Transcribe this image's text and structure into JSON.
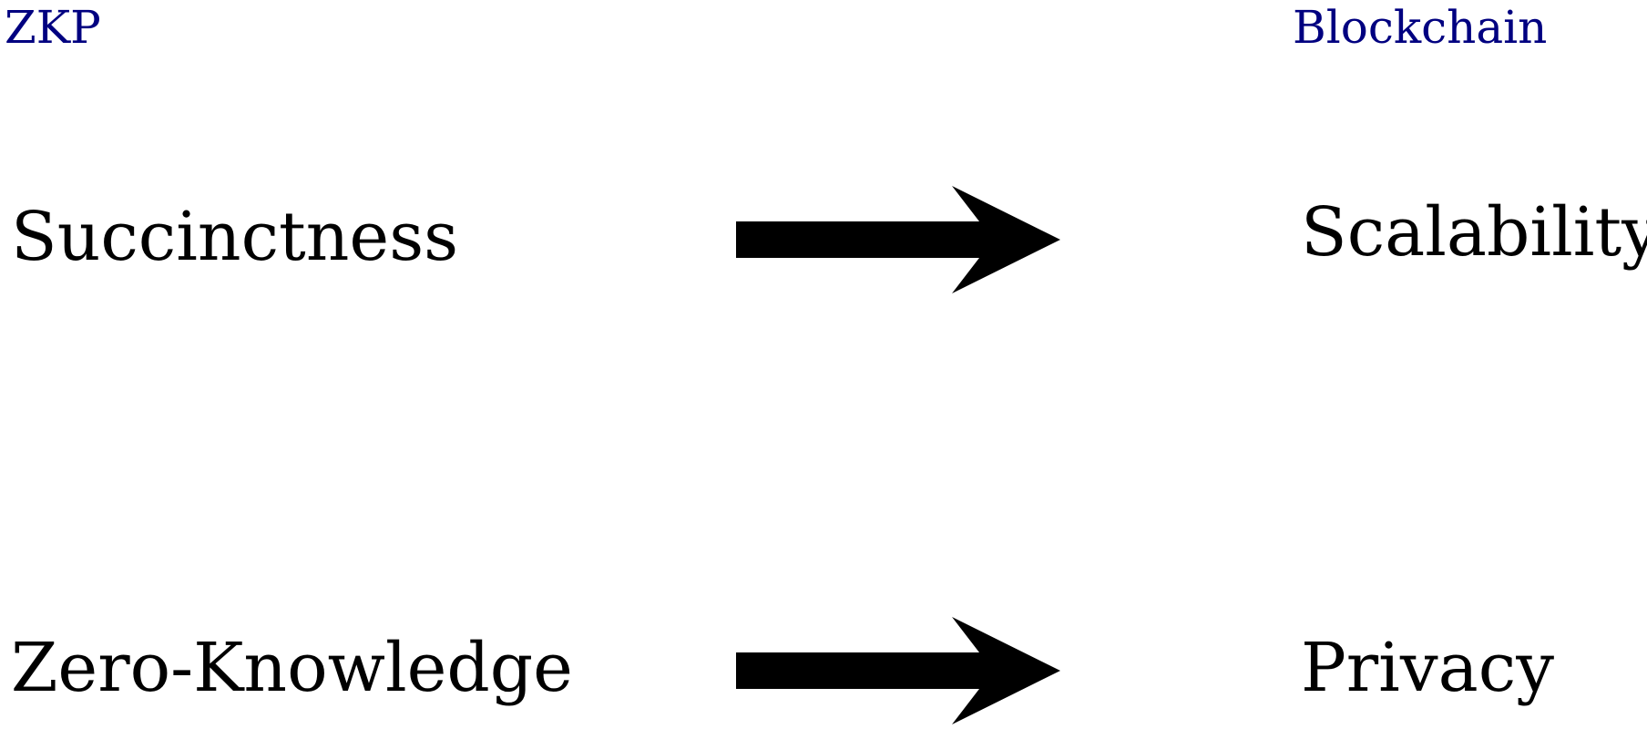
{
  "diagram": {
    "column_headers": {
      "left": "ZKP",
      "right": "Blockchain",
      "color": "#000080"
    },
    "mappings": [
      {
        "from": "Succinctness",
        "to": "Scalability"
      },
      {
        "from": "Zero-Knowledge",
        "to": "Privacy"
      }
    ],
    "text_color": "#000000",
    "arrow_color": "#000000"
  }
}
